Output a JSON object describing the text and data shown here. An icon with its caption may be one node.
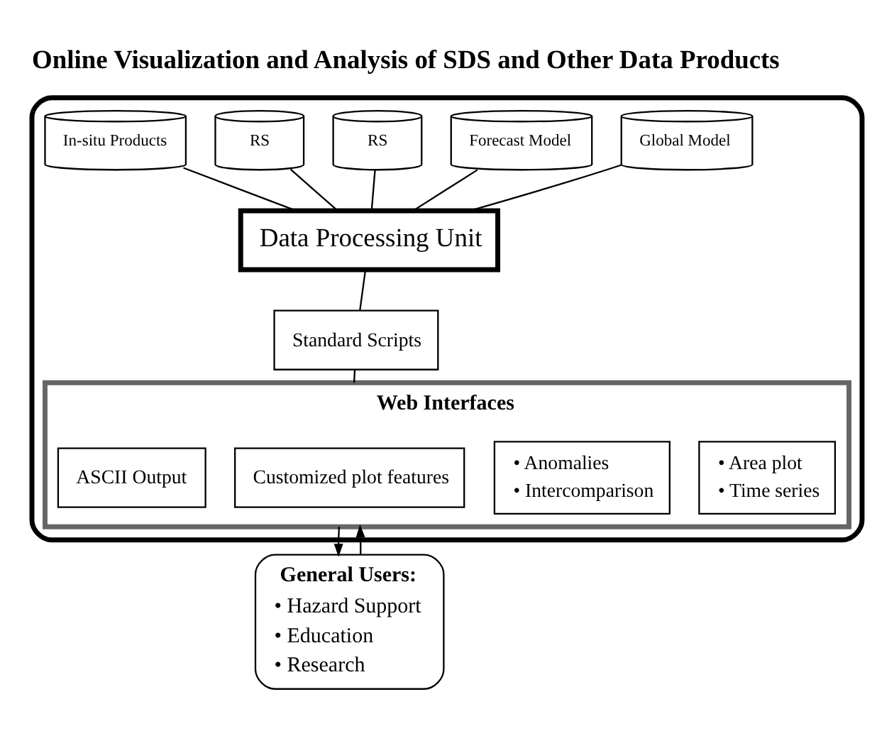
{
  "diagram": {
    "title": "Online Visualization and Analysis of SDS and Other Data Products",
    "nodes": [
      {
        "text": [],
        "shape": "box"
      },
      {
        "text": [
          "Global Model"
        ],
        "in": 0
      },
      {
        "text": [
          "Forecast Model"
        ],
        "in": 0
      },
      {
        "text": [
          "RS"
        ],
        "in": 0
      },
      {
        "text": [
          "RS"
        ],
        "in": 0
      },
      {
        "text": [
          "In-situ Products"
        ],
        "in": 0
      },
      {
        "text": [
          "Data Processing Unit"
        ],
        "in": 0
      },
      {
        "text": [
          "Standard Scripts"
        ],
        "in": 0
      },
      {
        "text": [
          "Web Interfaces"
        ],
        "in": 0
      },
      {
        "text": [
          "• Area plot",
          "• Time series"
        ],
        "in": 8
      },
      {
        "text": [
          "• Anomalies",
          "• Intercomparison"
        ],
        "in": 8
      },
      {
        "text": [
          "Customized plot features"
        ],
        "in": 8
      },
      {
        "text": [
          "ASCII Output"
        ],
        "in": 8
      },
      {
        "text": [
          "General Users:",
          "• Hazard Support",
          "• Education",
          "• Research"
        ]
      }
    ],
    "edges": [
      {
        "from": 1,
        "to": 6,
        "arrow": "none"
      },
      {
        "from": 2,
        "to": 6,
        "arrow": "none"
      },
      {
        "from": 3,
        "to": 6,
        "arrow": "none"
      },
      {
        "from": 4,
        "to": 6,
        "arrow": "none"
      },
      {
        "from": 5,
        "to": 6,
        "arrow": "none"
      },
      {
        "from": 6,
        "to": 7,
        "arrow": "none"
      },
      {
        "from": 7,
        "to": 8,
        "arrow": "none"
      },
      {
        "from": 8,
        "to": 13,
        "arrow": "to"
      },
      {
        "from": 13,
        "to": 8,
        "arrow": "to"
      }
    ]
  }
}
